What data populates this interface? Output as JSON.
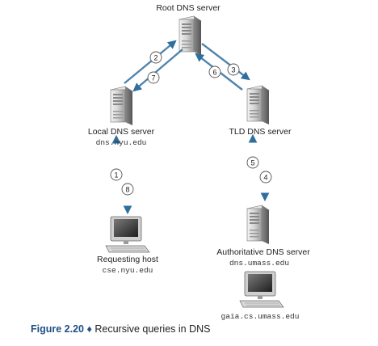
{
  "servers": {
    "root": {
      "label": "Root DNS server"
    },
    "local": {
      "label": "Local DNS server",
      "host": "dns.nyu.edu"
    },
    "tld": {
      "label": "TLD DNS server"
    },
    "authoritative": {
      "label": "Authoritative DNS server",
      "host": "dns.umass.edu"
    }
  },
  "hosts": {
    "requesting": {
      "label": "Requesting host",
      "host": "cse.nyu.edu"
    },
    "target": {
      "host": "gaia.cs.umass.edu"
    }
  },
  "steps": [
    "1",
    "2",
    "3",
    "4",
    "5",
    "6",
    "7",
    "8"
  ],
  "caption": {
    "figure": "Figure 2.20",
    "separator": "♦",
    "text": "Recursive queries in DNS"
  },
  "colors": {
    "arrow": "#2f6f9e",
    "arrow_fade": "#dbe8f2",
    "accent": "#1f4f87"
  },
  "icons": [
    "server-icon",
    "computer-icon"
  ]
}
